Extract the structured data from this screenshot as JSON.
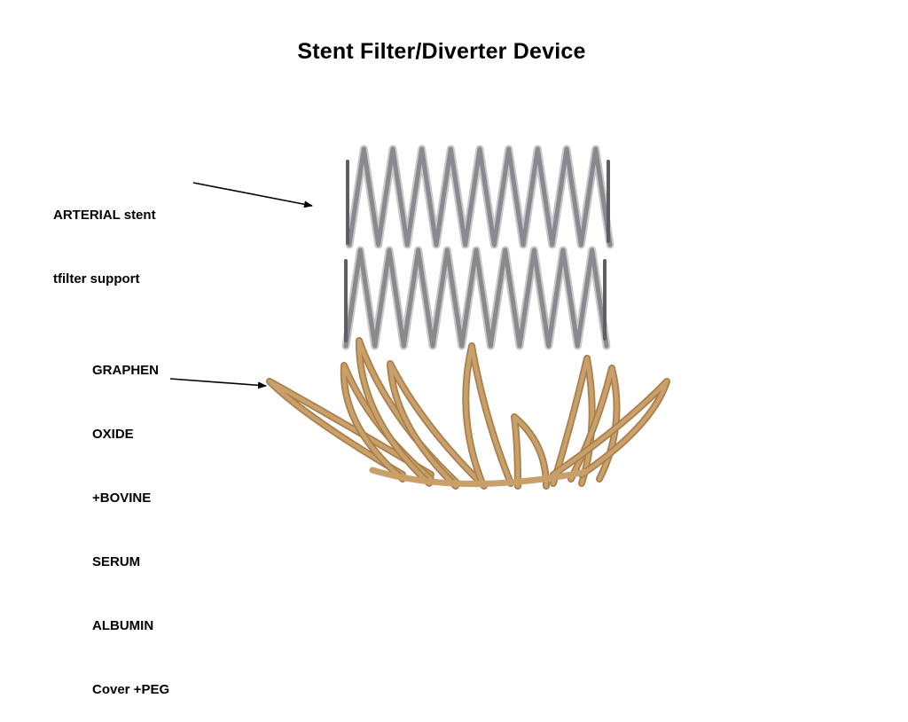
{
  "title": "Stent Filter/Diverter Device",
  "labels": {
    "stent_support": [
      "ARTERIAL stent",
      "tfilter support"
    ],
    "cover": [
      "GRAPHEN",
      "OXIDE",
      "+BOVINE",
      "SERUM",
      "ALBUMIN",
      "Cover +PEG"
    ]
  },
  "colors": {
    "stent_metal": "#8a8a8e",
    "stent_dark": "#5f5f63",
    "cover_gold": "#c9a06a",
    "cover_dark": "#a97f4d",
    "arrow": "#000000"
  }
}
